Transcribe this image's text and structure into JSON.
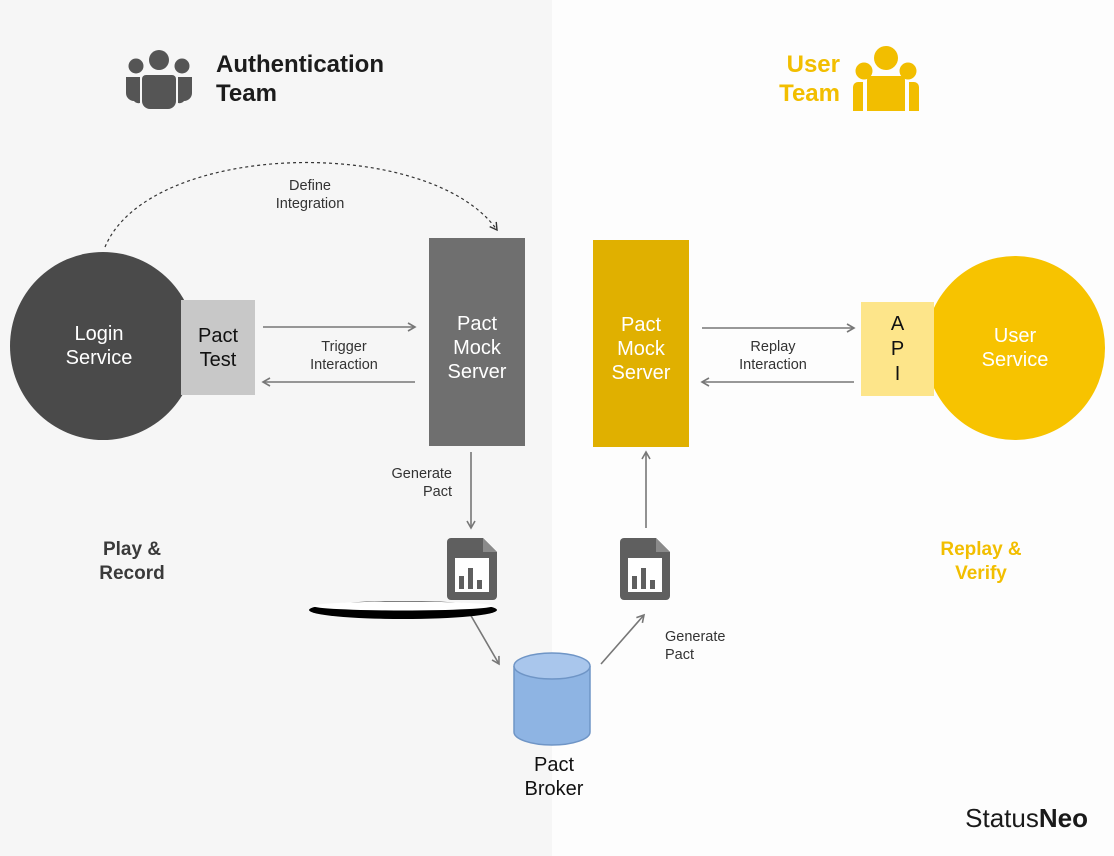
{
  "left_team": {
    "title": "Authentication\nTeam",
    "icon": "team-icon",
    "color": "#555555",
    "mode_label": "Play &\nRecord"
  },
  "right_team": {
    "title": "User\nTeam",
    "icon": "team-icon",
    "color": "#f2be00",
    "mode_label": "Replay &\nVerify"
  },
  "nodes": {
    "login_service": "Login\nService",
    "pact_test": "Pact\nTest",
    "left_mock_server": "Pact\nMock\nServer",
    "right_mock_server": "Pact\nMock\nServer",
    "api": "A\nP\nI",
    "user_service": "User\nService",
    "pact_broker": "Pact\nBroker"
  },
  "edges": {
    "define_integration": "Define\nIntegration",
    "trigger_interaction": "Trigger\nInteraction",
    "replay_interaction": "Replay\nInteraction",
    "generate_pact_left": "Generate\nPact",
    "generate_pact_right": "Generate\nPact"
  },
  "icons": {
    "pact_file": "document-chart-icon",
    "broker": "database-cylinder-icon"
  },
  "brand": {
    "logo_regular": "Status",
    "logo_bold": "Neo"
  },
  "colors": {
    "dark_circle": "#4a4a4a",
    "light_box": "#c8c8c8",
    "grey_server": "#6f6f6f",
    "gold_server": "#e0b000",
    "api_box": "#fde58a",
    "user_circle": "#f7c300",
    "broker_fill": "#8eb4e3"
  }
}
